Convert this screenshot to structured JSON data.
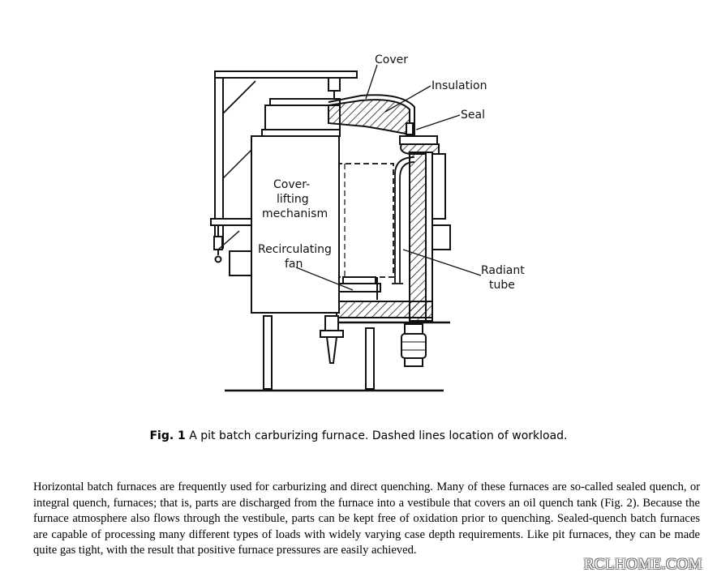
{
  "figure": {
    "labels": {
      "cover": "Cover",
      "insulation": "Insulation",
      "seal": "Seal",
      "cover_lifting_1": "Cover-",
      "cover_lifting_2": "lifting",
      "cover_lifting_3": "mechanism",
      "fan_1": "Recirculating",
      "fan_2": "fan",
      "radiant_1": "Radiant",
      "radiant_2": "tube"
    }
  },
  "caption": {
    "number": "Fig. 1",
    "text": " A pit batch carburizing furnace. Dashed lines location of workload."
  },
  "body": {
    "paragraph": "Horizontal batch furnaces are frequently used for carburizing and direct quenching. Many of these furnaces are so-called sealed quench, or integral quench, furnaces; that is, parts are discharged from the furnace into a vestibule that covers an oil quench tank (Fig. 2). Because the furnace atmosphere also flows through the vestibule, parts can be kept free of oxidation prior to quenching. Sealed-quench batch furnaces are capable of processing many different types of loads with widely varying case depth requirements. Like pit furnaces, they can be made quite gas tight, with the result that positive furnace pressures are easily achieved."
  },
  "watermark": "RCLHOME.COM"
}
